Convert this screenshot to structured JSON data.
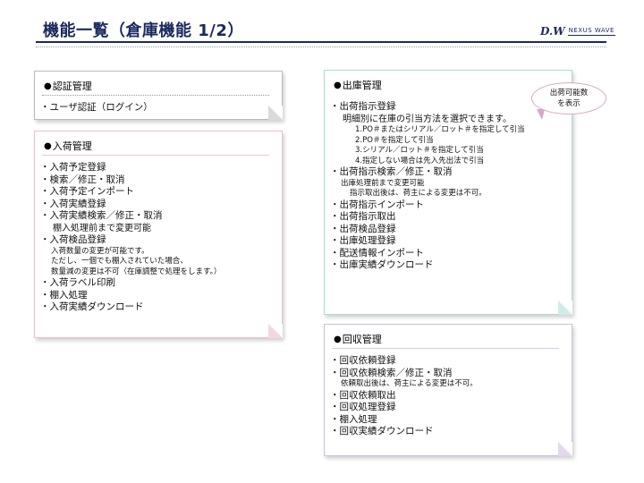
{
  "title": "機能一覧（倉庫機能 1/2）",
  "logo": {
    "mark": "D.W",
    "word": "NEXUS WAVE"
  },
  "auth": {
    "heading": "認証管理",
    "items": [
      "・ユーザ認証（ログイン）"
    ]
  },
  "inbound": {
    "heading": "入荷管理",
    "items": [
      "・入荷予定登録",
      "・検索／修正・取消",
      "・入荷予定インポート",
      "・入荷実績登録",
      "・入荷実績検索／修正・取消",
      "棚入処理前まで変更可能",
      "・入荷検品登録",
      "入荷数量の変更が可能です。",
      "ただし、一個でも棚入されていた場合、",
      "数量減の変更は不可（在庫調整で処理をします。）",
      "・入荷ラベル印刷",
      "・棚入処理",
      "・入荷実績ダウンロード"
    ]
  },
  "outbound": {
    "heading": "出庫管理",
    "items": [
      "・出荷指示登録",
      "明細別に在庫の引当方法を選択できます。",
      "1.PO＃またはシリアル／ロット＃を指定して引当",
      "2.PO＃を指定して引当",
      "3.シリアル／ロット＃を指定して引当",
      "4.指定しない場合は先入先出法で引当",
      "・出荷指示検索／修正・取消",
      "出庫処理前まで変更可能",
      "指示取出後は、荷主による変更は不可。",
      "・出荷指示インポート",
      "・出荷指示取出",
      "・出荷検品登録",
      "・出庫処理登録",
      "・配送情報インポート",
      "・出庫実績ダウンロード"
    ]
  },
  "callout": {
    "line1": "出荷可能数",
    "line2": "を表示"
  },
  "recover": {
    "heading": "回収管理",
    "items": [
      "・回収依頼登録",
      "・回収依頼検索／修正・取消",
      "依頼取出後は、荷主による変更は不可。",
      "・回収依頼取出",
      "・回収処理登録",
      "・棚入処理",
      "・回収実績ダウンロード"
    ]
  }
}
